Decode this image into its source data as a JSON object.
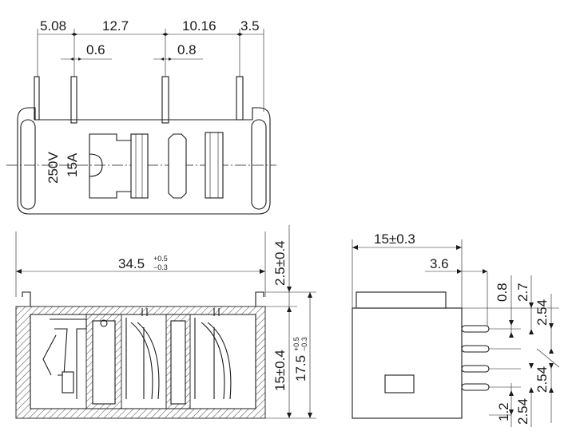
{
  "top_view": {
    "dim_pitch_1": "5.08",
    "dim_pitch_2": "12.7",
    "dim_pitch_3": "10.16",
    "dim_pitch_4": "3.5",
    "dim_pin_thick_1": "0.6",
    "dim_pin_thick_2": "0.8",
    "rating_voltage": "250V",
    "rating_current": "15A"
  },
  "front_view": {
    "dim_length_main": "34.5",
    "dim_length_tol_plus": "+0.5",
    "dim_length_tol_minus": "−0.3",
    "dim_top_height": "2.5±0.4",
    "dim_body_height": "15±0.4",
    "dim_total_main": "17.5",
    "dim_total_tol_plus": "+0.5",
    "dim_total_tol_minus": "−0.3"
  },
  "side_view": {
    "dim_width": "15±0.3",
    "dim_offset": "3.6",
    "dim_pin_08": "0.8",
    "dim_pin_27": "2.7",
    "dim_pitch_a": "2.54",
    "dim_pitch_b": "2.54",
    "dim_pin_12": "1.2",
    "dim_pitch_c": "2.54"
  }
}
